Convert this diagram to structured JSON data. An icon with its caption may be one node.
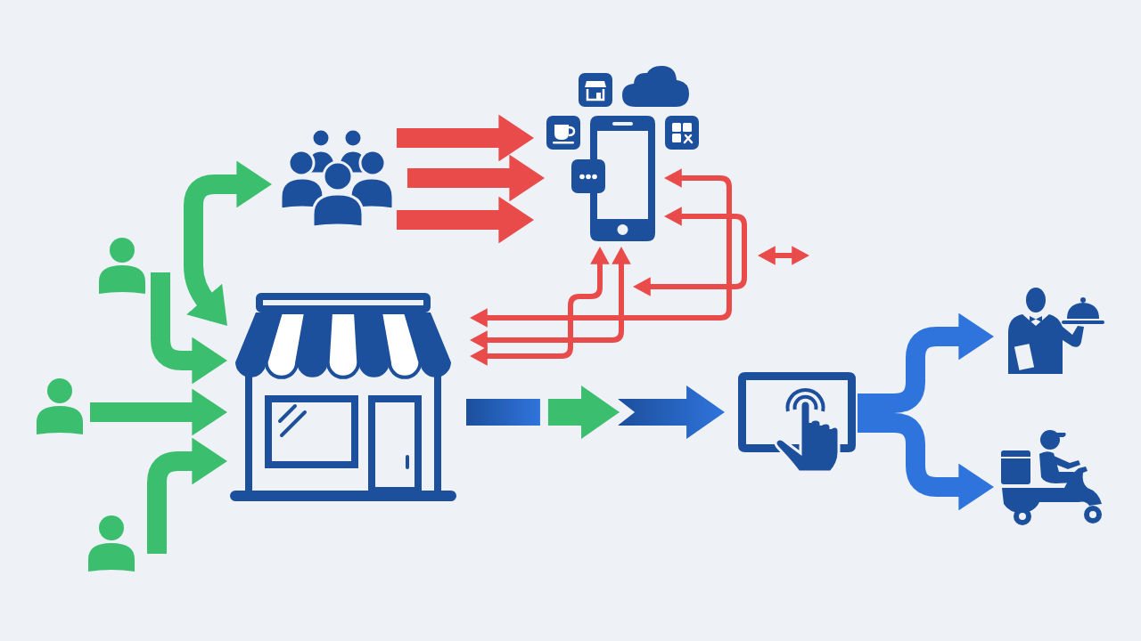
{
  "diagram": {
    "nodes": [
      {
        "text": [],
        "shape": "person"
      },
      {
        "text": [],
        "shape": "person"
      },
      {
        "text": [],
        "shape": "person"
      },
      {
        "text": [],
        "shape": "picture"
      },
      {
        "text": [],
        "shape": "picture"
      },
      {
        "text": [],
        "shape": "picture"
      },
      {
        "text": [],
        "shape": "picture"
      },
      {
        "text": [],
        "shape": "picture"
      },
      {
        "text": [],
        "shape": "picture"
      }
    ],
    "edges": [
      {
        "from": 0,
        "to": 4,
        "arrow": "to",
        "color": "#3cbe6f"
      },
      {
        "from": 1,
        "to": 4,
        "arrow": "to",
        "color": "#3cbe6f"
      },
      {
        "from": 2,
        "to": 4,
        "arrow": "to",
        "color": "#3cbe6f"
      },
      {
        "from": 4,
        "to": 3,
        "arrow": "both",
        "color": "#3cbe6f"
      },
      {
        "from": 3,
        "to": 5,
        "arrow": "to"
      },
      {
        "from": 3,
        "to": 5,
        "arrow": "to"
      },
      {
        "from": 3,
        "to": 5,
        "arrow": "to"
      },
      {
        "from": 4,
        "to": 5,
        "arrow": "both"
      },
      {
        "from": 4,
        "to": 5,
        "arrow": "both"
      },
      {
        "from": 4,
        "to": 5,
        "arrow": "both"
      },
      {
        "from": null,
        "to": 5,
        "arrow": "both"
      },
      {
        "from": 4,
        "to": 6,
        "arrow": "to",
        "color": "#2f74dc"
      },
      {
        "from": 6,
        "to": 7,
        "arrow": "to",
        "color": "#2f74dc"
      },
      {
        "from": 6,
        "to": 8,
        "arrow": "to",
        "color": "#2f74dc"
      }
    ]
  }
}
